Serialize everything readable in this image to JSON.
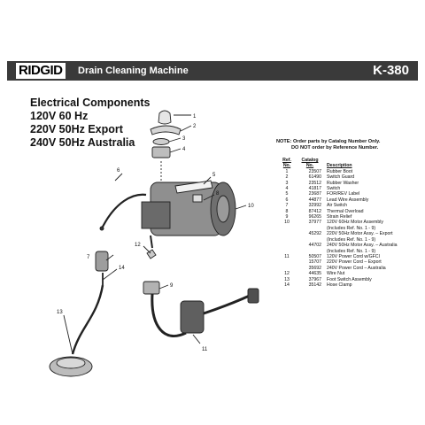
{
  "header": {
    "logo": "RIDGID",
    "title": "Drain Cleaning Machine",
    "model": "K-380"
  },
  "heading": {
    "line1": "Electrical Components",
    "line2": "120V 60 Hz",
    "line3": "220V 50Hz Export",
    "line4": "240V 50Hz Australia"
  },
  "note": {
    "line1": "NOTE: Order parts by Catalog Number Only.",
    "line2": "DO NOT order by Reference Number."
  },
  "table": {
    "col_ref_1": "Ref.",
    "col_ref_2": "No.",
    "col_cat_1": "Catalog",
    "col_cat_2": "No.",
    "col_desc": "Description",
    "rows": [
      {
        "ref": "1",
        "cat": "23507",
        "desc": "Rubber Boot"
      },
      {
        "ref": "2",
        "cat": "61490",
        "desc": "Switch Guard"
      },
      {
        "ref": "3",
        "cat": "23512",
        "desc": "Rubber Washer"
      },
      {
        "ref": "4",
        "cat": "41817",
        "desc": "Switch"
      },
      {
        "ref": "5",
        "cat": "23687",
        "desc": "FOR/REV Label"
      },
      {
        "ref": "6",
        "cat": "44877",
        "desc": "Lead Wire Assembly"
      },
      {
        "ref": "7",
        "cat": "32992",
        "desc": "Air Switch"
      },
      {
        "ref": "8",
        "cat": "87412",
        "desc": "Thermal Overload"
      },
      {
        "ref": "9",
        "cat": "96265",
        "desc": "Strain Relief"
      },
      {
        "ref": "10",
        "cat": "37977",
        "desc": "120V 60Hz Motor Assembly"
      },
      {
        "ref": "",
        "cat": "",
        "desc": "(Includes Ref. No. 1 - 9)"
      },
      {
        "ref": "",
        "cat": "45292",
        "desc": "220V 50Hz Motor Assy. – Export"
      },
      {
        "ref": "",
        "cat": "",
        "desc": "(Includes Ref. No. 1 - 9)"
      },
      {
        "ref": "",
        "cat": "44702",
        "desc": "240V 50Hz Motor Assy. – Australia"
      },
      {
        "ref": "",
        "cat": "",
        "desc": "(Includes Ref. No. 1 - 9)"
      },
      {
        "ref": "11",
        "cat": "50507",
        "desc": "120V Power Cord w/GFCI"
      },
      {
        "ref": "",
        "cat": "15707",
        "desc": "220V Power Cord – Export"
      },
      {
        "ref": "",
        "cat": "35692",
        "desc": "240V Power Cord – Australia"
      },
      {
        "ref": "12",
        "cat": "44635",
        "desc": "Wire Nut"
      },
      {
        "ref": "13",
        "cat": "37967",
        "desc": "Foot Switch Assembly"
      },
      {
        "ref": "14",
        "cat": "35142",
        "desc": "Hose Clamp"
      }
    ]
  },
  "callouts": [
    "1",
    "2",
    "3",
    "4",
    "5",
    "6",
    "7",
    "8",
    "9",
    "10",
    "11",
    "12",
    "13",
    "14"
  ]
}
